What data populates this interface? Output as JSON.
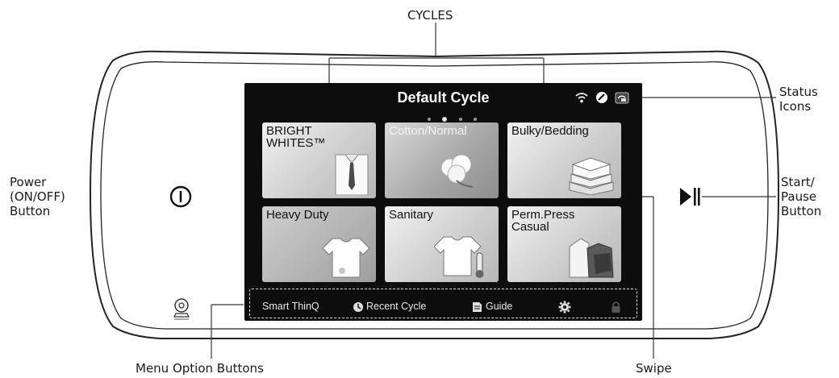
{
  "callouts": {
    "cycles": "CYCLES",
    "status_icons_line1": "Status",
    "status_icons_line2": "Icons",
    "power_line1": "Power",
    "power_line2": "(ON/OFF)",
    "power_line3": "Button",
    "start_line1": "Start/",
    "start_line2": "Pause",
    "start_line3": "Button",
    "menu_options": "Menu Option Buttons",
    "swipe": "Swipe"
  },
  "screen": {
    "title": "Default Cycle",
    "page_indicator": {
      "pages": 4,
      "active": 2
    },
    "status_icons": [
      "wifi-icon",
      "rinse-icon",
      "remote-start-icon"
    ]
  },
  "cycles": [
    {
      "label": "BRIGHT\nWHITES™",
      "icon": "shirt-tie-icon"
    },
    {
      "label": "Cotton/Normal",
      "icon": "cotton-boll-icon"
    },
    {
      "label": "Bulky/Bedding",
      "icon": "folded-bedding-icon"
    },
    {
      "label": "Heavy Duty",
      "icon": "tshirt-icon"
    },
    {
      "label": "Sanitary",
      "icon": "tshirt-thermometer-icon"
    },
    {
      "label": "Perm.Press\nCasual",
      "icon": "shirt-jacket-icon"
    }
  ],
  "menu": {
    "smart_thinq": "Smart ThinQ",
    "recent_cycle": "Recent Cycle",
    "guide": "Guide",
    "settings_icon": "gear-icon",
    "lock_icon": "lock-icon"
  },
  "colors": {
    "screen_bg": "#0d0d0d",
    "tile_light": "#e6e6e6",
    "text_on_screen": "#ffffff"
  }
}
